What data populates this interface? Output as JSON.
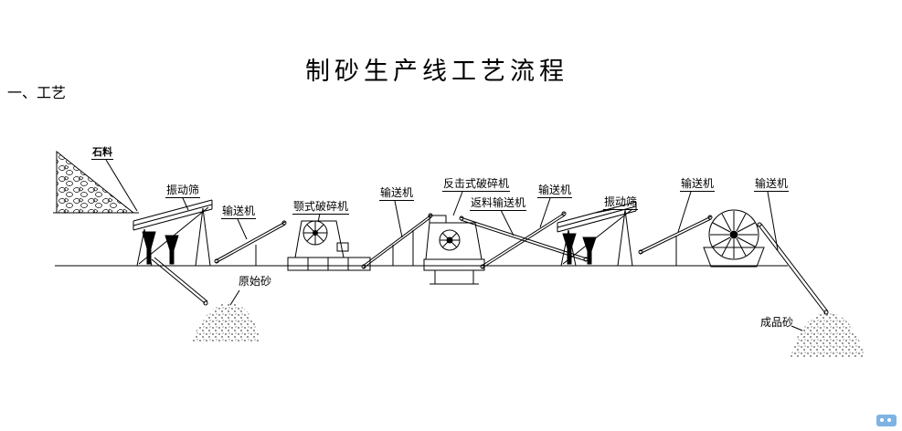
{
  "page": {
    "title": "制砂生产线工艺流程",
    "section_label": "一、工艺"
  },
  "diagram": {
    "labels": {
      "stone": "石料",
      "vibrating_screen_1": "振动筛",
      "conveyor_1": "输送机",
      "jaw_crusher": "颚式破碎机",
      "conveyor_2": "输送机",
      "impact_crusher": "反击式破碎机",
      "return_conveyor": "返料输送机",
      "conveyor_3": "输送机",
      "vibrating_screen_2": "振动筛",
      "conveyor_4": "输送机",
      "conveyor_5": "输送机",
      "raw_sand": "原始砂",
      "finished_sand": "成品砂"
    },
    "colors": {
      "line": "#000000",
      "watermark": "#7fb3e3"
    }
  }
}
